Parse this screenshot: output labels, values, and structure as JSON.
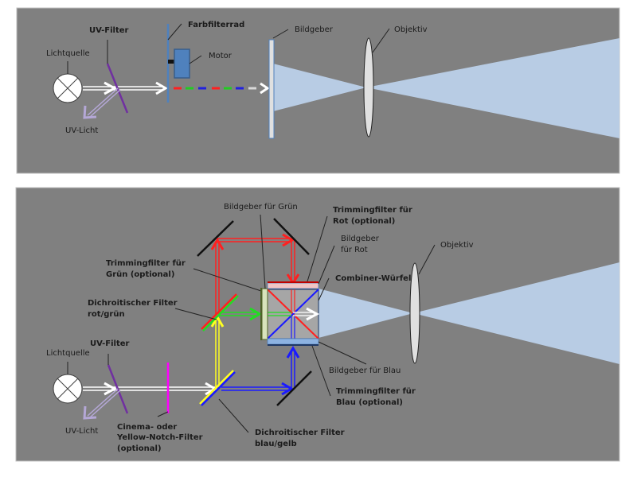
{
  "colors": {
    "panel_bg": "#808080",
    "beam_projection": "#b8cce4",
    "red": "#ff2020",
    "green": "#22dd22",
    "blue": "#1a1aff",
    "yellow": "#ffff22",
    "uv_filter": "#7030a0",
    "uv_light": "#b4a7d6",
    "notch_filter": "#ff00ff",
    "color_wheel": "#4f81bd"
  },
  "top_panel": {
    "labels": {
      "light_source": "Lichtquelle",
      "uv_filter": "UV-Filter",
      "uv_light": "UV-Licht",
      "color_wheel": "Farbfilterrad",
      "motor": "Motor",
      "imager": "Bildgeber",
      "lens": "Objektiv"
    }
  },
  "bottom_panel": {
    "labels": {
      "light_source": "Lichtquelle",
      "uv_filter": "UV-Filter",
      "uv_light": "UV-Licht",
      "notch_filter_line1": "Cinema- oder",
      "notch_filter_line2": "Yellow-Notch-Filter",
      "notch_filter_line3": "(optional)",
      "dichroic_by_line1": "Dichroitischer Filter",
      "dichroic_by_line2": "blau/gelb",
      "dichroic_rg_line1": "Dichroitischer Filter",
      "dichroic_rg_line2": "rot/grün",
      "trim_green_line1": "Trimmingfilter für",
      "trim_green_line2": "Grün (optional)",
      "imager_green": "Bildgeber für Grün",
      "trim_red_line1": "Trimmingfilter für",
      "trim_red_line2": "Rot (optional)",
      "imager_red_line1": "Bildgeber",
      "imager_red_line2": "für Rot",
      "combiner": "Combiner-Würfel",
      "lens": "Objektiv",
      "imager_blue": "Bildgeber für Blau",
      "trim_blue_line1": "Trimmingfilter für",
      "trim_blue_line2": "Blau (optional)"
    }
  }
}
